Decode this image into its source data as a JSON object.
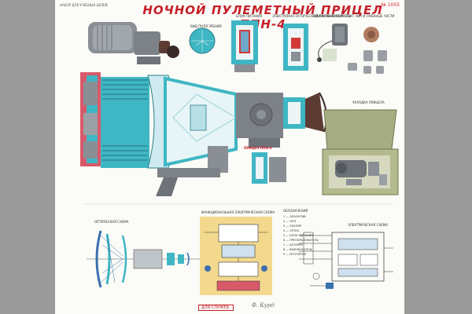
{
  "poster": {
    "title": "НОЧНОЙ ПУЛЕМЕТНЫЙ ПРИЦЕЛ ППН-4",
    "sheet_number": "№ 1055",
    "corner_note": "НАБОР ДЛЯ УЧЕБНЫХ ЦЕЛЕЙ",
    "stamp": "ДЛЯ СЛУЖЕБ.",
    "signature": "Ф. Курд"
  },
  "labels": {
    "reticle": "ВИД ПОЛЯ ЗРЕНИЯ",
    "block1": "БЛОК ПИТАНИЯ",
    "block2": "ЭЛЕКТРОННО-ОПТИЧЕСКИЙ ПРЕОБРАЗОВАТЕЛЬ",
    "accessory": "ОДИНОЧНЫЙ КОМПЛЕКТ ЗИП И СМЕННЫЕ ЧАСТИ",
    "case": "УКЛАДКА ПРИЦЕЛА",
    "optic_scheme": "ОПТИЧЕСКАЯ СХЕМА",
    "function_scheme": "ФУНКЦИОНАЛЬНАЯ ЭЛЕКТРИЧЕСКАЯ СХЕМА",
    "electric_scheme": "ЭЛЕКТРИЧЕСКАЯ СХЕМА",
    "legend_title": "ОБОЗНАЧЕНИЯ"
  },
  "legend": [
    "1 — ОБЪЕКТИВ",
    "2 — ЭОП",
    "3 — ОКУЛЯР",
    "4 — СЕТКА",
    "5 — БЛОК ПИТАНИЯ",
    "6 — ПРЕОБРАЗОВАТЕЛЬ",
    "7 — БАТАРЕЯ",
    "8 — ВЫКЛЮЧАТЕЛЬ",
    "9 — РЕГУЛЯТОР"
  ],
  "colors": {
    "accent_red": "#c7202a",
    "section_cyan": "#3fb6c3",
    "body_grey": "#8a8f96",
    "case_green": "#a7ad82",
    "schematic_yellow": "#f3d98e",
    "schematic_blue": "#3a6fb0"
  }
}
